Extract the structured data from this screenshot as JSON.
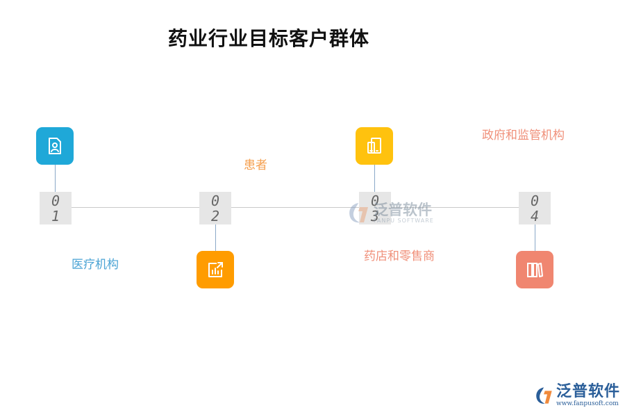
{
  "title": "药业行业目标客户群体",
  "colors": {
    "step1": "#1fa8d8",
    "step2": "#ff9c00",
    "step3": "#ffc20e",
    "step4": "#f08670",
    "label1": "#4aa3d4",
    "label2": "#f5a050",
    "label3": "#f0907a",
    "label4": "#f0907a",
    "brand": "#2a5e99"
  },
  "steps": [
    {
      "digit1": "0",
      "digit2": "1",
      "label": "医疗机构",
      "icon": "person-document-icon"
    },
    {
      "digit1": "0",
      "digit2": "2",
      "label": "患者",
      "icon": "chart-share-icon"
    },
    {
      "digit1": "0",
      "digit2": "3",
      "label": "药店和零售商",
      "icon": "devices-icon"
    },
    {
      "digit1": "0",
      "digit2": "4",
      "label": "政府和监管机构",
      "icon": "books-icon"
    }
  ],
  "watermark": {
    "cn": "泛普软件",
    "en": "FANPU SOFTWARE"
  },
  "brand": {
    "cn": "泛普软件",
    "url": "www.fanpusoft.com"
  }
}
